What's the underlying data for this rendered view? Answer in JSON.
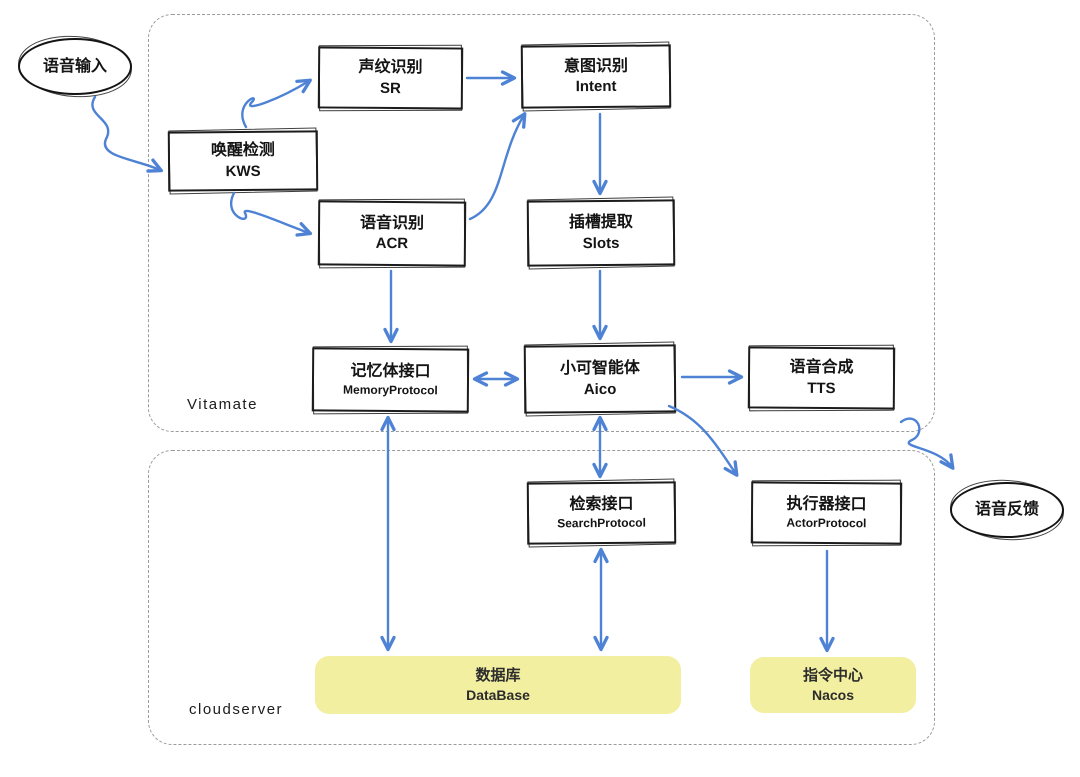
{
  "colors": {
    "arrow_blue": "#4e82d4",
    "highlight_yellow": "#f2efa1",
    "box_border": "#1c1c1c",
    "frame_border": "#9b9b9b"
  },
  "frames": {
    "vitamate": {
      "label": "Vitamate"
    },
    "cloudserver": {
      "label": "cloudserver"
    }
  },
  "terminals": {
    "voice_input": {
      "label": "语音输入"
    },
    "voice_feedback": {
      "label": "语音反馈"
    }
  },
  "nodes": {
    "kws": {
      "label": "唤醒检测",
      "sublabel": "KWS"
    },
    "sr": {
      "label": "声纹识别",
      "sublabel": "SR"
    },
    "intent": {
      "label": "意图识别",
      "sublabel": "Intent"
    },
    "acr": {
      "label": "语音识别",
      "sublabel": "ACR"
    },
    "slots": {
      "label": "插槽提取",
      "sublabel": "Slots"
    },
    "memory": {
      "label": "记忆体接口",
      "sublabel": "MemoryProtocol"
    },
    "aico": {
      "label": "小可智能体",
      "sublabel": "Aico"
    },
    "tts": {
      "label": "语音合成",
      "sublabel": "TTS"
    },
    "search": {
      "label": "检索接口",
      "sublabel": "SearchProtocol"
    },
    "actor": {
      "label": "执行器接口",
      "sublabel": "ActorProtocol"
    },
    "database": {
      "label": "数据库",
      "sublabel": "DataBase"
    },
    "nacos": {
      "label": "指令中心",
      "sublabel": "Nacos"
    }
  }
}
